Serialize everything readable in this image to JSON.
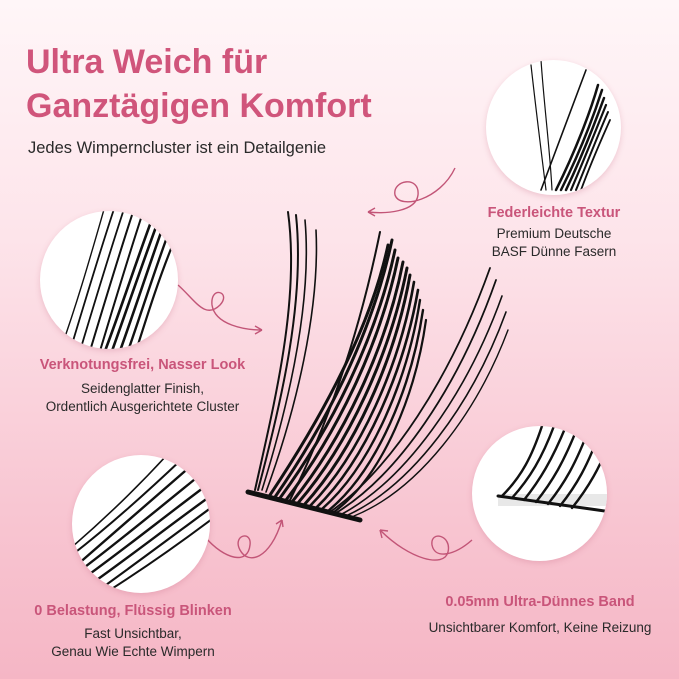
{
  "header": {
    "title_line1": "Ultra Weich für",
    "title_line2": "Ganztägigen Komfort",
    "subtitle": "Jedes Wimperncluster ist ein Detailgenie"
  },
  "features": {
    "texture": {
      "title": "Federleichte Textur",
      "desc_line1": "Premium Deutsche",
      "desc_line2": "BASF Dünne Fasern"
    },
    "knot": {
      "title": "Verknotungsfrei, Nasser Look",
      "desc_line1": "Seidenglatter Finish,",
      "desc_line2": "Ordentlich Ausgerichtete Cluster"
    },
    "weight": {
      "title": "0 Belastung, Flüssig Blinken",
      "desc_line1": "Fast Unsichtbar,",
      "desc_line2": "Genau Wie Echte Wimpern"
    },
    "band": {
      "title": "0.05mm Ultra-Dünnes Band",
      "desc_line1": "Unsichtbarer Komfort, Keine Reizung"
    }
  },
  "colors": {
    "accent": "#d0557b",
    "text": "#2a2a2a",
    "lash": "#111111",
    "arrow": "#c25577"
  },
  "icons": {
    "arrow": "curly-arrow-icon",
    "lash": "lash-cluster-icon"
  }
}
